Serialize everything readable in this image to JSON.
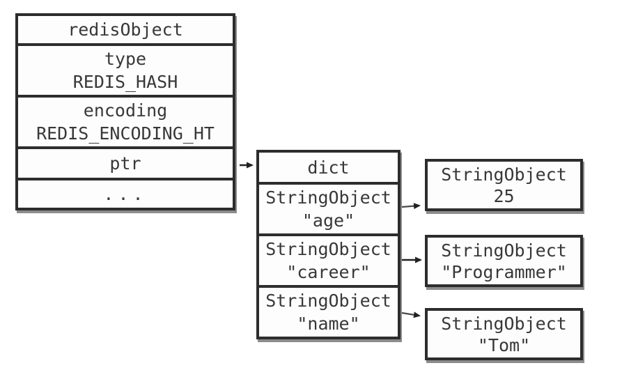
{
  "redis_object_box": {
    "header": "redisObject",
    "fields": [
      {
        "line1": "type",
        "line2": "REDIS_HASH"
      },
      {
        "line1": "encoding",
        "line2": "REDIS_ENCODING_HT"
      },
      {
        "line1": "ptr"
      },
      {
        "line1": "..."
      }
    ]
  },
  "dict_box": {
    "header": "dict",
    "entries": [
      {
        "line1": "StringObject",
        "line2": "\"age\""
      },
      {
        "line1": "StringObject",
        "line2": "\"career\""
      },
      {
        "line1": "StringObject",
        "line2": "\"name\""
      }
    ]
  },
  "value_boxes": [
    {
      "line1": "StringObject",
      "line2": "25"
    },
    {
      "line1": "StringObject",
      "line2": "\"Programmer\""
    },
    {
      "line1": "StringObject",
      "line2": "\"Tom\""
    }
  ],
  "colors": {
    "line": "#2d2d2d",
    "text": "#383838",
    "background": "#ffffff"
  }
}
